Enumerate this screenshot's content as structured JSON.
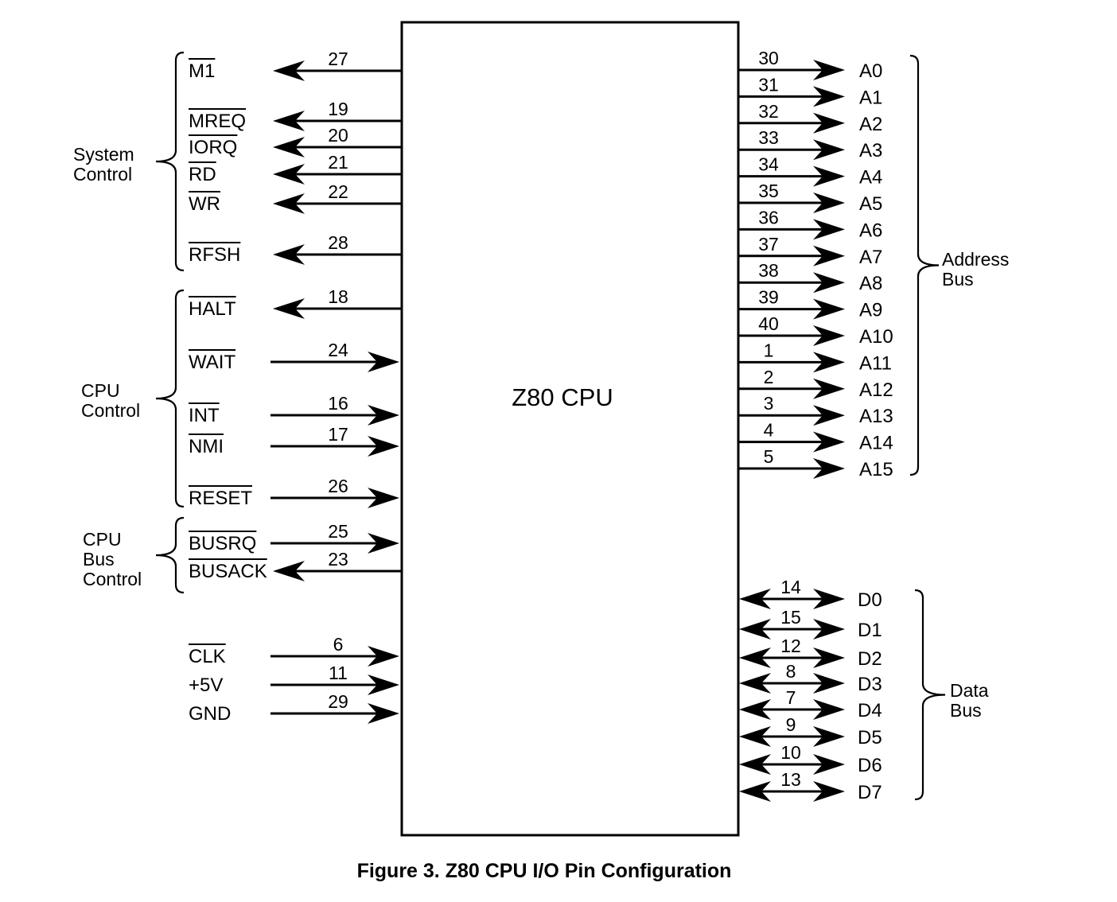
{
  "chip": {
    "name": "Z80 CPU"
  },
  "caption": "Figure 3. Z80 CPU I/O Pin Configuration",
  "left_groups": [
    {
      "label_lines": [
        "System",
        "Control"
      ],
      "signals": [
        0,
        1,
        2,
        3,
        4,
        5
      ]
    },
    {
      "label_lines": [
        "CPU",
        "Control"
      ],
      "signals": [
        6,
        7,
        8,
        9,
        10
      ]
    },
    {
      "label_lines": [
        "CPU",
        "Bus",
        "Control"
      ],
      "signals": [
        11,
        12
      ]
    }
  ],
  "left_pins": [
    {
      "signal": "M1",
      "pin": "27",
      "active_low": true,
      "direction": "output"
    },
    {
      "signal": "MREQ",
      "pin": "19",
      "active_low": true,
      "direction": "output"
    },
    {
      "signal": "IORQ",
      "pin": "20",
      "active_low": true,
      "direction": "output"
    },
    {
      "signal": "RD",
      "pin": "21",
      "active_low": true,
      "direction": "output"
    },
    {
      "signal": "WR",
      "pin": "22",
      "active_low": true,
      "direction": "output"
    },
    {
      "signal": "RFSH",
      "pin": "28",
      "active_low": true,
      "direction": "output"
    },
    {
      "signal": "HALT",
      "pin": "18",
      "active_low": true,
      "direction": "output"
    },
    {
      "signal": "WAIT",
      "pin": "24",
      "active_low": true,
      "direction": "input"
    },
    {
      "signal": "INT",
      "pin": "16",
      "active_low": true,
      "direction": "input"
    },
    {
      "signal": "NMI",
      "pin": "17",
      "active_low": true,
      "direction": "input"
    },
    {
      "signal": "RESET",
      "pin": "26",
      "active_low": true,
      "direction": "input"
    },
    {
      "signal": "BUSRQ",
      "pin": "25",
      "active_low": true,
      "direction": "input"
    },
    {
      "signal": "BUSACK",
      "pin": "23",
      "active_low": true,
      "direction": "output"
    },
    {
      "signal": "CLK",
      "pin": "6",
      "active_low": true,
      "direction": "input"
    },
    {
      "signal": "+5V",
      "pin": "11",
      "active_low": false,
      "direction": "input"
    },
    {
      "signal": "GND",
      "pin": "29",
      "active_low": false,
      "direction": "input"
    }
  ],
  "address_bus": {
    "label_lines": [
      "Address",
      "Bus"
    ],
    "pins": [
      {
        "signal": "A0",
        "pin": "30"
      },
      {
        "signal": "A1",
        "pin": "31"
      },
      {
        "signal": "A2",
        "pin": "32"
      },
      {
        "signal": "A3",
        "pin": "33"
      },
      {
        "signal": "A4",
        "pin": "34"
      },
      {
        "signal": "A5",
        "pin": "35"
      },
      {
        "signal": "A6",
        "pin": "36"
      },
      {
        "signal": "A7",
        "pin": "37"
      },
      {
        "signal": "A8",
        "pin": "38"
      },
      {
        "signal": "A9",
        "pin": "39"
      },
      {
        "signal": "A10",
        "pin": "40"
      },
      {
        "signal": "A11",
        "pin": "1"
      },
      {
        "signal": "A12",
        "pin": "2"
      },
      {
        "signal": "A13",
        "pin": "3"
      },
      {
        "signal": "A14",
        "pin": "4"
      },
      {
        "signal": "A15",
        "pin": "5"
      }
    ]
  },
  "data_bus": {
    "label_lines": [
      "Data",
      "Bus"
    ],
    "pins": [
      {
        "signal": "D0",
        "pin": "14"
      },
      {
        "signal": "D1",
        "pin": "15"
      },
      {
        "signal": "D2",
        "pin": "12"
      },
      {
        "signal": "D3",
        "pin": "8"
      },
      {
        "signal": "D4",
        "pin": "7"
      },
      {
        "signal": "D5",
        "pin": "9"
      },
      {
        "signal": "D6",
        "pin": "10"
      },
      {
        "signal": "D7",
        "pin": "13"
      }
    ]
  }
}
